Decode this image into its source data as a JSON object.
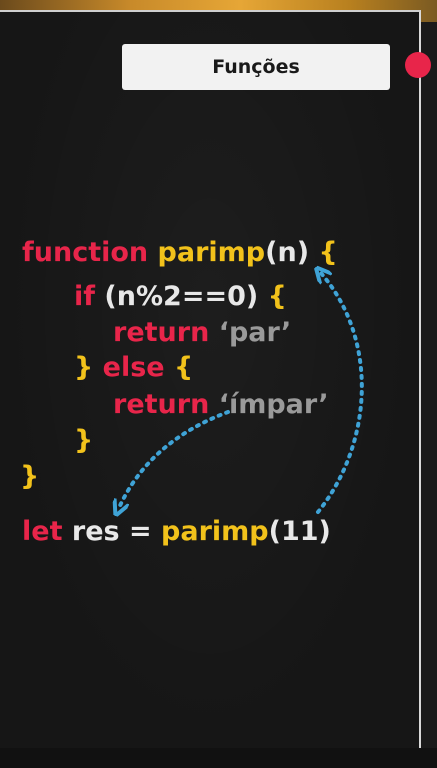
{
  "title": "Funções",
  "colors": {
    "keyword": "#e8254a",
    "function": "#f2c21b",
    "plain": "#e8e8e8",
    "string": "#9a9a9a",
    "arrow": "#3fa3d6",
    "record_dot": "#e8254a"
  },
  "code": {
    "line1": {
      "kw": "function",
      "name": "parimp",
      "open": "(",
      "param": "n",
      "close": ")",
      "brace": "{"
    },
    "line2": {
      "kw": "if",
      "cond": "(n%2==0)",
      "brace": "{"
    },
    "line3": {
      "kw": "return",
      "str": "‘par’"
    },
    "line4": {
      "brace_close": "}",
      "kw": "else",
      "brace": "{"
    },
    "line5": {
      "kw": "return",
      "str": "‘ímpar’"
    },
    "line6": {
      "brace": "}"
    },
    "line7": {
      "brace": "}"
    },
    "line8": {
      "kw": "let",
      "var": "res",
      "eq": "=",
      "name": "parimp",
      "args": "(11)"
    }
  },
  "icons": [
    "record-dot-icon",
    "arrow-to-param-icon",
    "arrow-to-result-icon"
  ]
}
